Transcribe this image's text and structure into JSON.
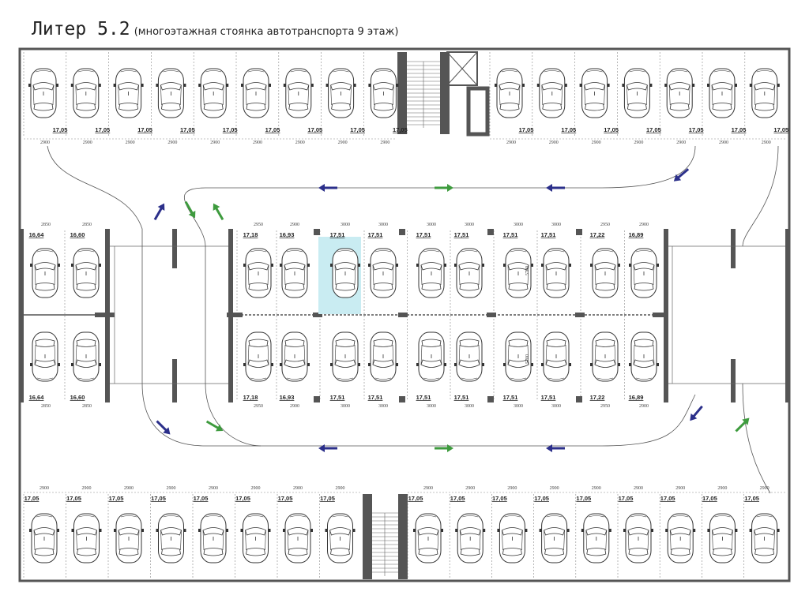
{
  "header": {
    "title_main": "Литер 5.2",
    "title_sub": "(многоэтажная стоянка автотранспорта 9 этаж)"
  },
  "colors": {
    "highlight": "#c9ecf2",
    "arrow_blue": "#2b2f8a",
    "arrow_green": "#3e9b3e",
    "wall": "#555555"
  },
  "top_left_areas": [
    "17,05",
    "17,05",
    "17,05",
    "17,05",
    "17,05",
    "17,05",
    "17,05",
    "17,05",
    "17,05"
  ],
  "top_right_areas": [
    "17,05",
    "17,05",
    "17,05",
    "17,05",
    "17,05",
    "17,05",
    "17,05"
  ],
  "top_left_dims": [
    "2900",
    "2900",
    "2900",
    "2900",
    "2900",
    "2900",
    "2900",
    "2900",
    "2900"
  ],
  "top_right_dims": [
    "2900",
    "2900",
    "2900",
    "2900",
    "2900",
    "2900",
    "2900"
  ],
  "mid_left": {
    "top_dims": [
      "2850",
      "2850"
    ],
    "top_areas": [
      "16,64",
      "16,60"
    ],
    "bottom_areas": [
      "16,64",
      "16,60"
    ],
    "bottom_dims": [
      "2850",
      "2850"
    ]
  },
  "mid_center": {
    "top_dims": [
      "2950",
      "2900",
      "3000",
      "3000",
      "3000",
      "3000",
      "3000",
      "3000",
      "2950",
      "2900"
    ],
    "top_areas": [
      "17,18",
      "16,93",
      "17,51",
      "17,51",
      "17,51",
      "17,51",
      "17,51",
      "17,51",
      "17,22",
      "16,89"
    ],
    "bottom_areas": [
      "17,18",
      "16,93",
      "17,51",
      "17,51",
      "17,51",
      "17,51",
      "17,51",
      "17,51",
      "17,22",
      "16,89"
    ],
    "bottom_dims": [
      "2950",
      "2900",
      "3000",
      "3000",
      "3000",
      "3000",
      "3000",
      "3000",
      "2950",
      "2900"
    ],
    "depth_dim": "5700"
  },
  "bottom_left_areas": [
    "17,05",
    "17,05",
    "17,05",
    "17,05",
    "17,05",
    "17,05",
    "17,05",
    "17,05"
  ],
  "bottom_right_areas": [
    "17,05",
    "17,05",
    "17,05",
    "17,05",
    "17,05",
    "17,05",
    "17,05",
    "17,05",
    "17,05"
  ],
  "bottom_left_dims": [
    "2900",
    "2900",
    "2900",
    "2900",
    "2900",
    "2900",
    "2900",
    "2900"
  ],
  "bottom_right_dims": [
    "2900",
    "2900",
    "2900",
    "2900",
    "2900",
    "2900",
    "2900",
    "2900",
    "2900"
  ]
}
